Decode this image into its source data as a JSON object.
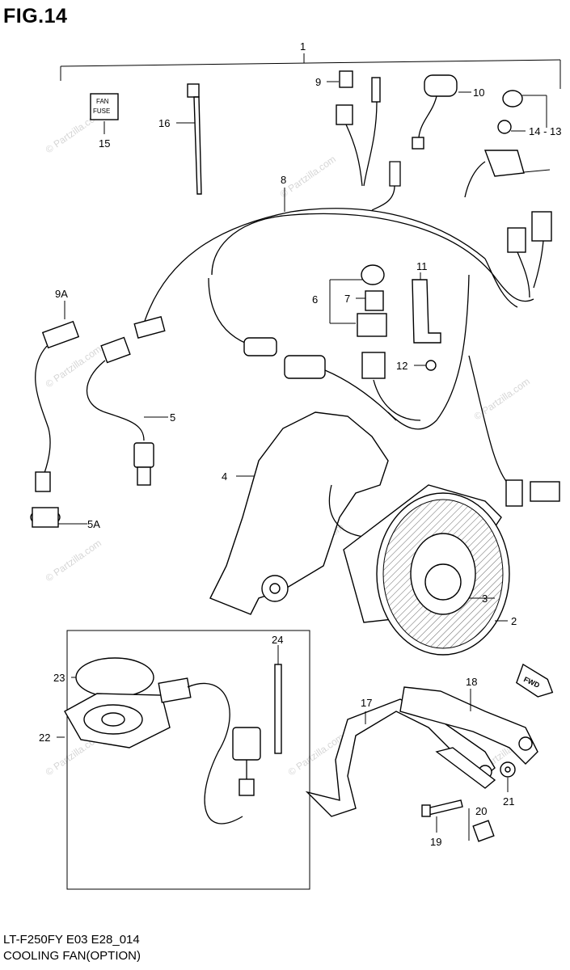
{
  "figure_title": "FIG.14",
  "footer": {
    "model_code": "LT-F250FY  E03  E28_014",
    "section_title": "COOLING FAN(OPTION)"
  },
  "fuse_label": {
    "line1": "FAN",
    "line2": "FUSE"
  },
  "watermark": "© Partzilla.com",
  "callouts": {
    "c1": "1",
    "c2": "2",
    "c3": "3",
    "c4": "4",
    "c5": "5",
    "c5a": "5A",
    "c6": "6",
    "c7": "7",
    "c8": "8",
    "c9": "9",
    "c9a": "9A",
    "c10": "10",
    "c11": "11",
    "c12": "12",
    "c13": "14 - 13",
    "c15": "15",
    "c16": "16",
    "c17": "17",
    "c18": "18",
    "c19": "19",
    "c20": "20",
    "c21": "21",
    "c22": "22",
    "c23": "23",
    "c24": "24"
  },
  "fwd_label": "FWD"
}
